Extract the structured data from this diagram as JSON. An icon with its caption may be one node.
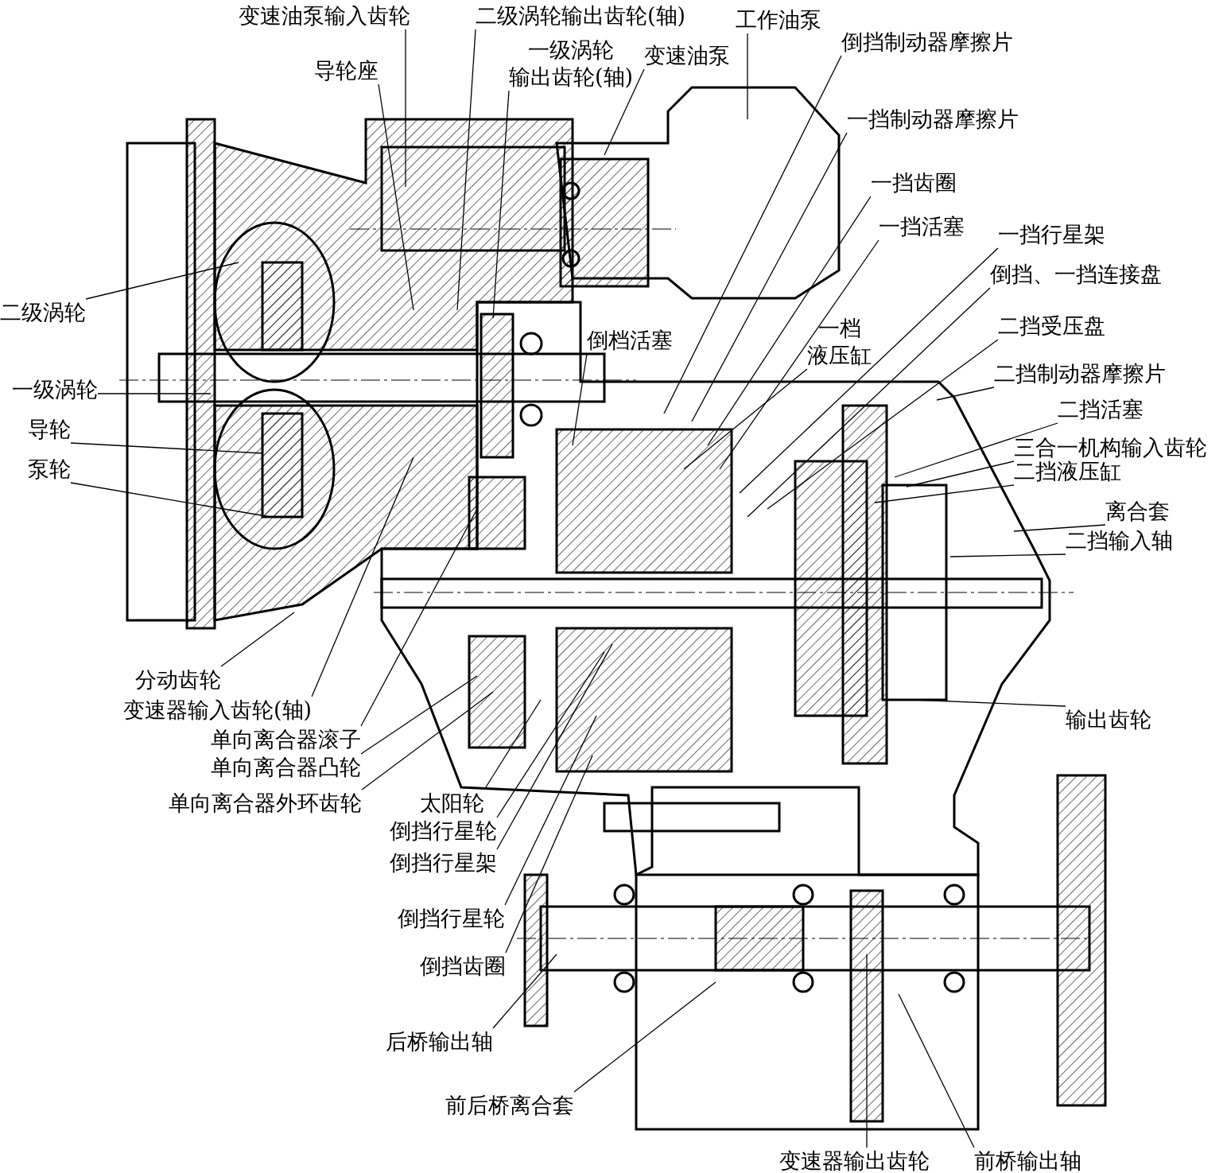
{
  "diagram": {
    "nodes": [
      {
        "text": [
          "变速油泵输入齿轮"
        ]
      },
      {
        "text": [
          "二级涡轮输出齿轮(轴)"
        ]
      },
      {
        "text": [
          "工作油泵"
        ]
      },
      {
        "text": [
          "倒挡制动器摩擦片"
        ]
      },
      {
        "text": [
          "导轮座"
        ]
      },
      {
        "text": [
          "一级涡轮输出齿轮(轴)"
        ]
      },
      {
        "text": [
          "变速油泵"
        ]
      },
      {
        "text": [
          "一挡制动器摩擦片"
        ]
      },
      {
        "text": [
          "一挡齿圈"
        ]
      },
      {
        "text": [
          "一挡活塞"
        ]
      },
      {
        "text": [
          "一挡行星架"
        ]
      },
      {
        "text": [
          "二级涡轮"
        ]
      },
      {
        "text": [
          "倒挡、一挡连接盘"
        ]
      },
      {
        "text": [
          "一档液压缸"
        ]
      },
      {
        "text": [
          "倒档活塞"
        ]
      },
      {
        "text": [
          "二挡受压盘"
        ]
      },
      {
        "text": [
          "一级涡轮"
        ]
      },
      {
        "text": [
          "二挡制动器摩擦片"
        ]
      },
      {
        "text": [
          "二挡活塞"
        ]
      },
      {
        "text": [
          "导轮"
        ]
      },
      {
        "text": [
          "三合一机构输入齿轮"
        ]
      },
      {
        "text": [
          "二挡液压缸"
        ]
      },
      {
        "text": [
          "泵轮"
        ]
      },
      {
        "text": [
          "离合套"
        ]
      },
      {
        "text": [
          "二挡输入轴"
        ]
      },
      {
        "text": [
          "分动齿轮"
        ]
      },
      {
        "text": [
          "变速器输入齿轮(轴)"
        ]
      },
      {
        "text": [
          "单向离合器滚子"
        ]
      },
      {
        "text": [
          "单向离合器凸轮"
        ]
      },
      {
        "text": [
          "输出齿轮"
        ]
      },
      {
        "text": [
          "单向离合器外环齿轮"
        ]
      },
      {
        "text": [
          "太阳轮"
        ]
      },
      {
        "text": [
          "倒挡行星轮"
        ]
      },
      {
        "text": [
          "倒挡行星架"
        ]
      },
      {
        "text": [
          "倒挡行星轮"
        ]
      },
      {
        "text": [
          "倒挡齿圈"
        ]
      },
      {
        "text": [
          "后桥输出轴"
        ]
      },
      {
        "text": [
          "前后桥离合套"
        ]
      },
      {
        "text": [
          "变速器输出齿轮"
        ]
      },
      {
        "text": [
          "前桥输出轴"
        ]
      }
    ],
    "edges": [
      {
        "from": 0,
        "to": null,
        "arrow": "none"
      },
      {
        "from": 1,
        "to": null,
        "arrow": "none"
      },
      {
        "from": 2,
        "to": null,
        "arrow": "none"
      },
      {
        "from": 3,
        "to": null,
        "arrow": "none"
      },
      {
        "from": 4,
        "to": null,
        "arrow": "none"
      },
      {
        "from": 5,
        "to": null,
        "arrow": "none"
      },
      {
        "from": 6,
        "to": null,
        "arrow": "none"
      },
      {
        "from": 7,
        "to": null,
        "arrow": "none"
      },
      {
        "from": 8,
        "to": null,
        "arrow": "none"
      },
      {
        "from": 9,
        "to": null,
        "arrow": "none"
      },
      {
        "from": 10,
        "to": null,
        "arrow": "none"
      },
      {
        "from": 11,
        "to": null,
        "arrow": "none"
      },
      {
        "from": 12,
        "to": null,
        "arrow": "none"
      },
      {
        "from": 13,
        "to": null,
        "arrow": "none"
      },
      {
        "from": 14,
        "to": null,
        "arrow": "none"
      },
      {
        "from": 15,
        "to": null,
        "arrow": "none"
      },
      {
        "from": 16,
        "to": null,
        "arrow": "none"
      },
      {
        "from": 17,
        "to": null,
        "arrow": "none"
      },
      {
        "from": 18,
        "to": null,
        "arrow": "none"
      },
      {
        "from": 19,
        "to": null,
        "arrow": "none"
      },
      {
        "from": 20,
        "to": null,
        "arrow": "none"
      },
      {
        "from": 21,
        "to": null,
        "arrow": "none"
      },
      {
        "from": 22,
        "to": null,
        "arrow": "none"
      },
      {
        "from": 23,
        "to": null,
        "arrow": "none"
      },
      {
        "from": 24,
        "to": null,
        "arrow": "none"
      },
      {
        "from": 25,
        "to": null,
        "arrow": "none"
      },
      {
        "from": 26,
        "to": null,
        "arrow": "none"
      },
      {
        "from": 27,
        "to": null,
        "arrow": "none"
      },
      {
        "from": 28,
        "to": null,
        "arrow": "none"
      },
      {
        "from": 29,
        "to": null,
        "arrow": "none"
      },
      {
        "from": 30,
        "to": null,
        "arrow": "none"
      },
      {
        "from": 31,
        "to": null,
        "arrow": "none"
      },
      {
        "from": 32,
        "to": null,
        "arrow": "none"
      },
      {
        "from": 33,
        "to": null,
        "arrow": "none"
      },
      {
        "from": 34,
        "to": null,
        "arrow": "none"
      },
      {
        "from": 35,
        "to": null,
        "arrow": "none"
      },
      {
        "from": 36,
        "to": null,
        "arrow": "none"
      },
      {
        "from": 37,
        "to": null,
        "arrow": "none"
      },
      {
        "from": 38,
        "to": null,
        "arrow": "none"
      },
      {
        "from": 39,
        "to": null,
        "arrow": "none"
      }
    ]
  }
}
